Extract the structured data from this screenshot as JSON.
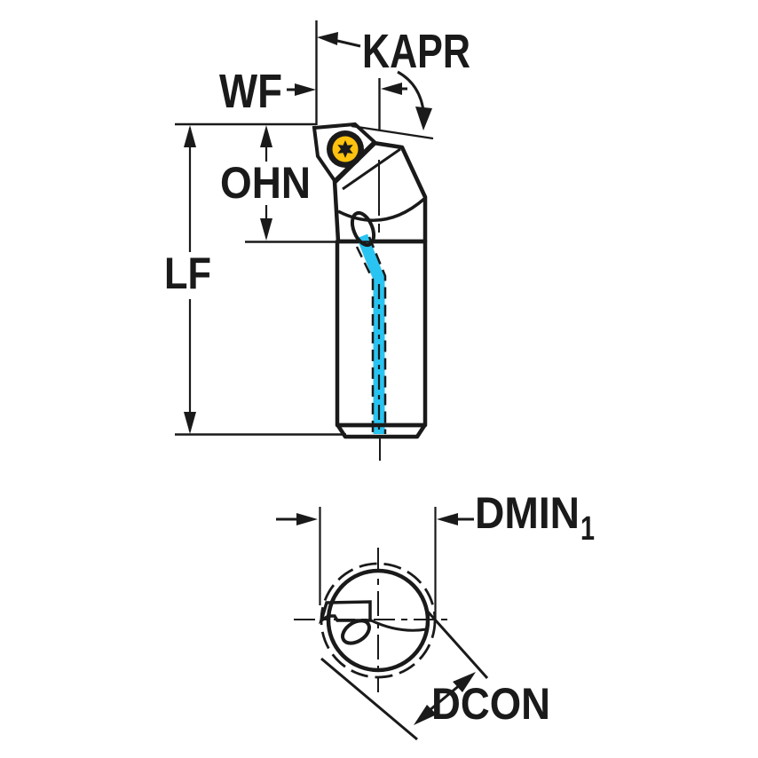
{
  "drawing": {
    "labels": {
      "kapr": "KAPR",
      "wf": "WF",
      "ohn": "OHN",
      "lf": "LF",
      "dmin": "DMIN",
      "dmin_sub": "1",
      "dcon": "DCON"
    },
    "colors": {
      "body": "#b6c8d3",
      "body_end": "#b9ccd9",
      "insert": "#ffc20e",
      "coolant": "#29c4f1",
      "line": "#1a1a1a"
    }
  }
}
